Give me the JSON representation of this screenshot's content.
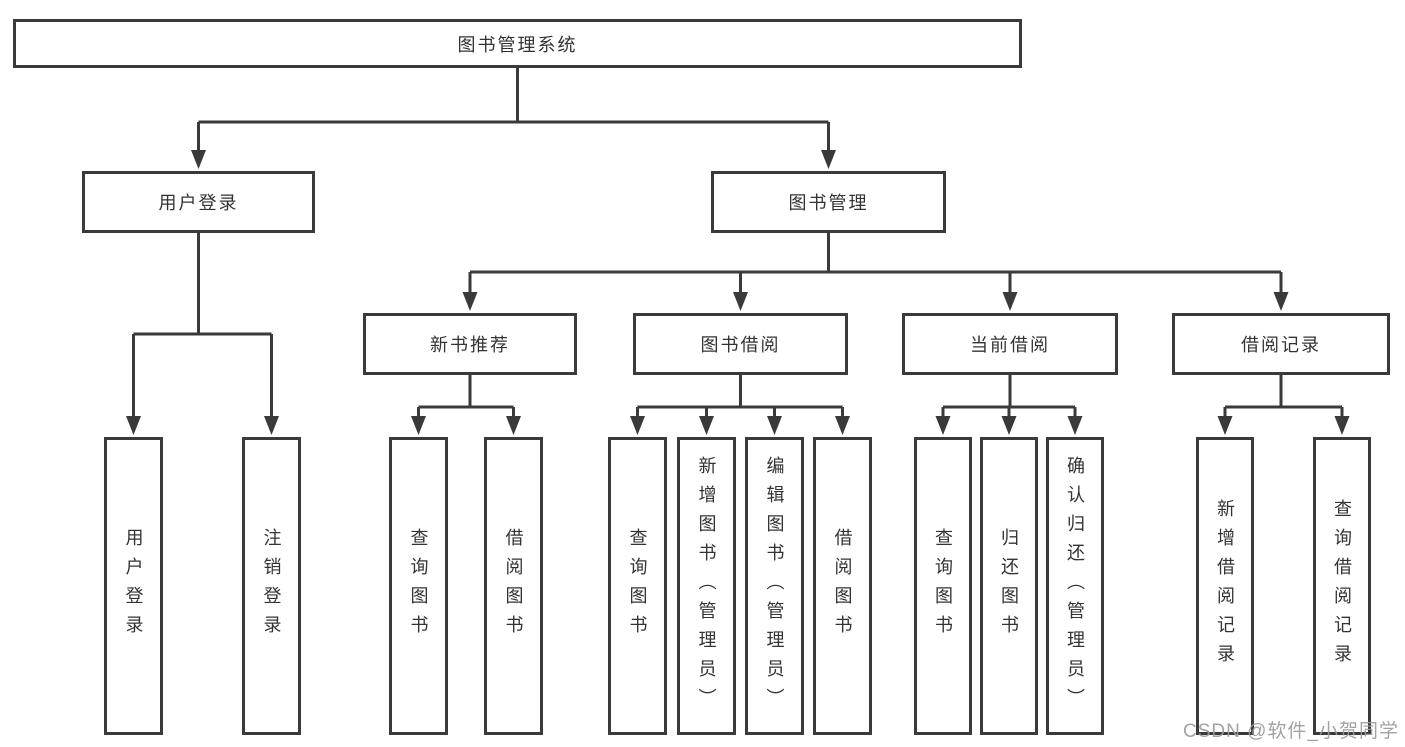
{
  "diagram": {
    "title": "图书管理系统",
    "watermark": "CSDN @软件_小贺同学",
    "colors": {
      "line": "#3a3a3a",
      "text": "#333333",
      "background": "#ffffff",
      "watermark": "#9b9b9b"
    },
    "login_branch": {
      "label": "用户登录",
      "children": [
        "用户登录",
        "注销登录"
      ]
    },
    "management_branch": {
      "label": "图书管理",
      "sections": [
        {
          "label": "新书推荐",
          "children": [
            "查询图书",
            "借阅图书"
          ]
        },
        {
          "label": "图书借阅",
          "children": [
            "查询图书",
            "新增图书（管理员）",
            "编辑图书（管理员）",
            "借阅图书"
          ]
        },
        {
          "label": "当前借阅",
          "children": [
            "查询图书",
            "归还图书",
            "确认归还（管理员）"
          ]
        },
        {
          "label": "借阅记录",
          "children": [
            "新增借阅记录",
            "查询借阅记录"
          ]
        }
      ]
    }
  }
}
